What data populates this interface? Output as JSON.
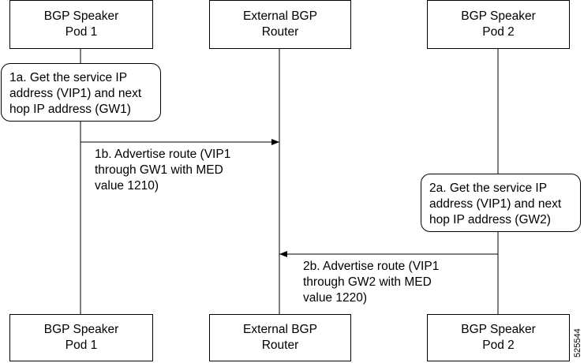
{
  "participants_top": [
    {
      "line1": "BGP Speaker",
      "line2": "Pod 1"
    },
    {
      "line1": "External BGP",
      "line2": "Router"
    },
    {
      "line1": "BGP Speaker",
      "line2": "Pod 2"
    }
  ],
  "participants_bottom": [
    {
      "line1": "BGP Speaker",
      "line2": "Pod 1"
    },
    {
      "line1": "External BGP",
      "line2": "Router"
    },
    {
      "line1": "BGP Speaker",
      "line2": "Pod 2"
    }
  ],
  "note_1a": [
    "1a. Get the service IP",
    "address (VIP1) and next",
    "hop IP address (GW1)"
  ],
  "message_1b": [
    "1b. Advertise route (VIP1",
    "through GW1 with MED",
    "value 1210)"
  ],
  "note_2a": [
    "2a. Get the service IP",
    "address (VIP1) and next",
    "hop IP address (GW2)"
  ],
  "message_2b": [
    "2b. Advertise route (VIP1",
    "through GW2 with MED",
    "value 1220)"
  ],
  "figure_id": "525544"
}
